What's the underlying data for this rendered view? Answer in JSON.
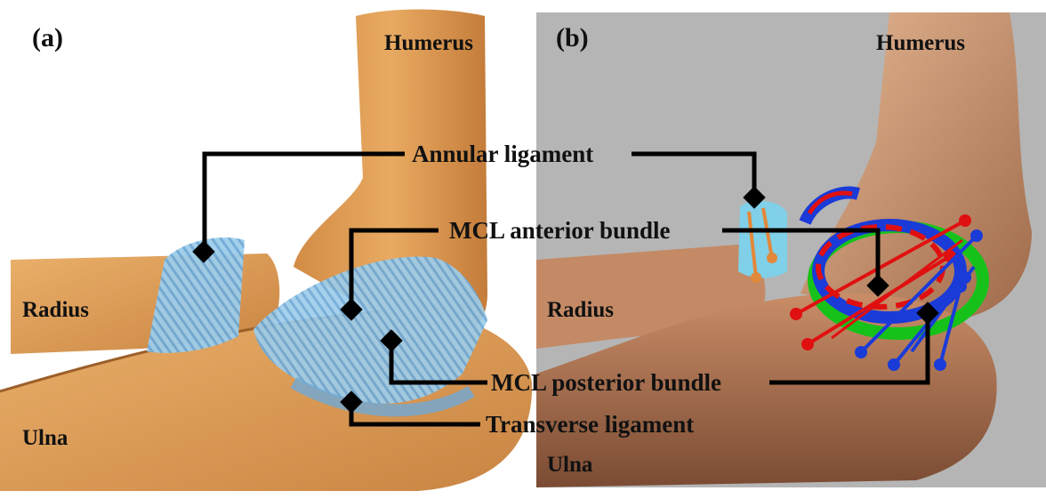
{
  "panels": {
    "a": {
      "label": "(a)",
      "bones": {
        "humerus": "Humerus",
        "radius": "Radius",
        "ulna": "Ulna"
      }
    },
    "b": {
      "label": "(b)",
      "bones": {
        "humerus": "Humerus",
        "radius": "Radius",
        "ulna": "Ulna"
      }
    }
  },
  "ligaments": {
    "annular": "Annular ligament",
    "mcl_anterior": "MCL anterior bundle",
    "mcl_posterior": "MCL posterior bundle",
    "transverse": "Transverse ligament"
  },
  "colors": {
    "bone_light": "#e3a05a",
    "bone_dark": "#b87135",
    "ligament_blue": "#8ec5e6",
    "model_background": "#b5b5b5",
    "model_skin": "#d9a27c",
    "model_red": "#e01010",
    "model_blue": "#1a3bd8",
    "model_green": "#16c21a",
    "model_orange": "#e2883a",
    "model_cyan": "#7fd0e8",
    "leader_line": "#000000"
  }
}
